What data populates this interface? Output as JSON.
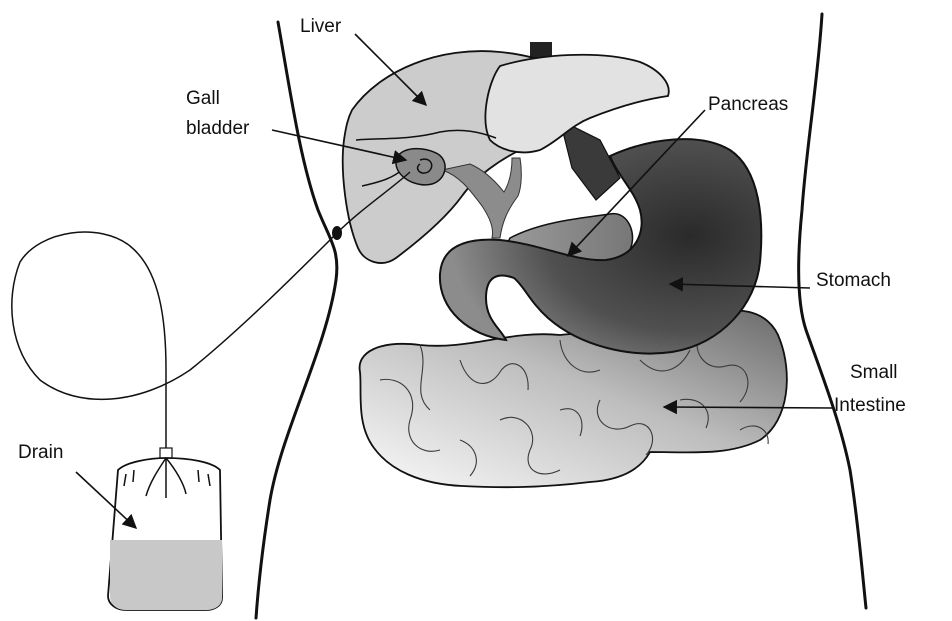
{
  "labels": {
    "liver": "Liver",
    "gallbladder_line1": "Gall",
    "gallbladder_line2": "bladder",
    "pancreas": "Pancreas",
    "stomach": "Stomach",
    "intestine_line1": "Small",
    "intestine_line2": "Intestine",
    "drain": "Drain"
  },
  "colors": {
    "outline": "#111111",
    "liver": "#c9c9c9",
    "stomach_dark": "#3a3a3a",
    "pancreas": "#8a8a8a",
    "intestine_light": "#f2f2f2",
    "drain_fluid": "#c8c8c8"
  }
}
